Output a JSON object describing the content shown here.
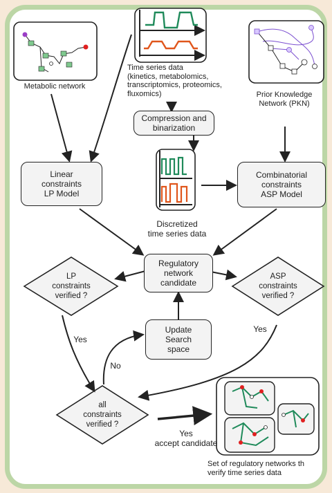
{
  "nodes": {
    "metabolic_network": "Metabolic network",
    "time_series": "Time series data\n(kinetics, metabolomics,\ntranscriptomics, proteomics,\nfluxomics)",
    "pkn": "Prior Knowledge\nNetwork (PKN)",
    "compression": "Compression and\nbinarization",
    "lp_model": "Linear\nconstraints\nLP Model",
    "asp_model": "Combinatorial\nconstraints\nASP Model",
    "discretized": "Discretized\ntime series data",
    "candidate": "Regulatory\nnetwork\ncandidate",
    "lp_verified": "LP\nconstraints\nverified ?",
    "asp_verified": "ASP\nconstraints\nverified ?",
    "update": "Update\nSearch\nspace",
    "all_verified": "all\nconstraints\nverified ?",
    "result_set": "Set of regulatory networks th\nverify time series data"
  },
  "edge_labels": {
    "yes_lp": "Yes",
    "yes_asp": "Yes",
    "no": "No",
    "yes_accept": "Yes\naccept candidate"
  },
  "colors": {
    "frame": "#bcd6a6",
    "background": "#f7e9d8",
    "green_series": "#1f8a5a",
    "orange_series": "#e0561c",
    "purple_network": "#7b4fd0",
    "red_node": "#e02020"
  }
}
